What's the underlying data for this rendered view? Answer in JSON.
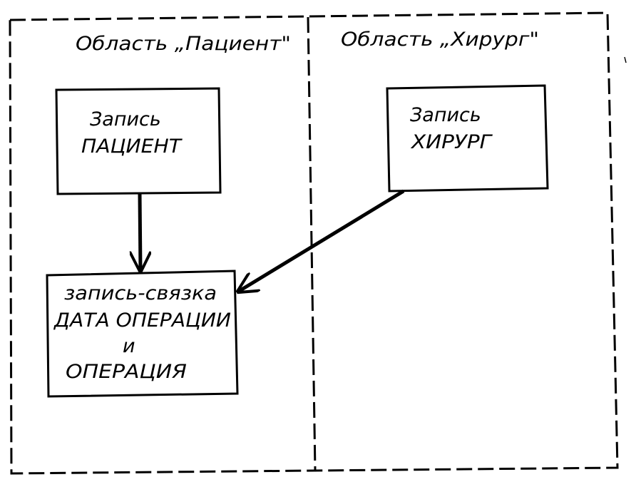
{
  "regions": {
    "patient": {
      "title": "Область „Пациент\""
    },
    "surgeon": {
      "title": "Область „Хирург\""
    }
  },
  "records": {
    "patient": {
      "line1": "Запись",
      "line2": "ПАЦИЕНТ"
    },
    "surgeon": {
      "line1": "Запись",
      "line2": "ХИРУРГ"
    },
    "link": {
      "line1": "запись-связка",
      "line2": "ДАТА ОПЕРАЦИИ",
      "line3": "и",
      "line4": "ОПЕРАЦИЯ"
    }
  },
  "connections": [
    {
      "from": "records.patient",
      "to": "records.link"
    },
    {
      "from": "records.surgeon",
      "to": "records.link"
    }
  ]
}
